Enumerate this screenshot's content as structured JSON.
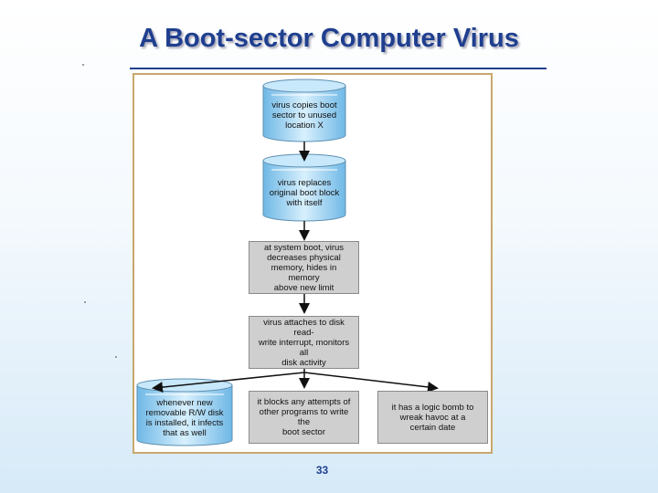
{
  "slide": {
    "title": "A Boot-sector Computer Virus",
    "page_number": "33"
  },
  "diagram": {
    "step1": "virus copies boot\nsector to unused\nlocation X",
    "step2": "virus replaces\noriginal boot block\nwith itself",
    "step3": "at system boot, virus\ndecreases physical\nmemory, hides in memory\nabove new limit",
    "step4": "virus attaches to disk read-\nwrite interrupt, monitors all\ndisk activity",
    "outcome_left": "whenever new\nremovable R/W disk\nis installed, it infects\nthat as well",
    "outcome_middle": "it blocks any attempts of\nother programs to write the\nboot sector",
    "outcome_right": "it has a logic bomb to\nwreak havoc at a\ncertain date"
  },
  "colors": {
    "title": "#1f3f8f",
    "cylinder_fill": "#9fd3f2",
    "box_fill": "#cfcfcf",
    "frame_border": "#c9a76c"
  }
}
